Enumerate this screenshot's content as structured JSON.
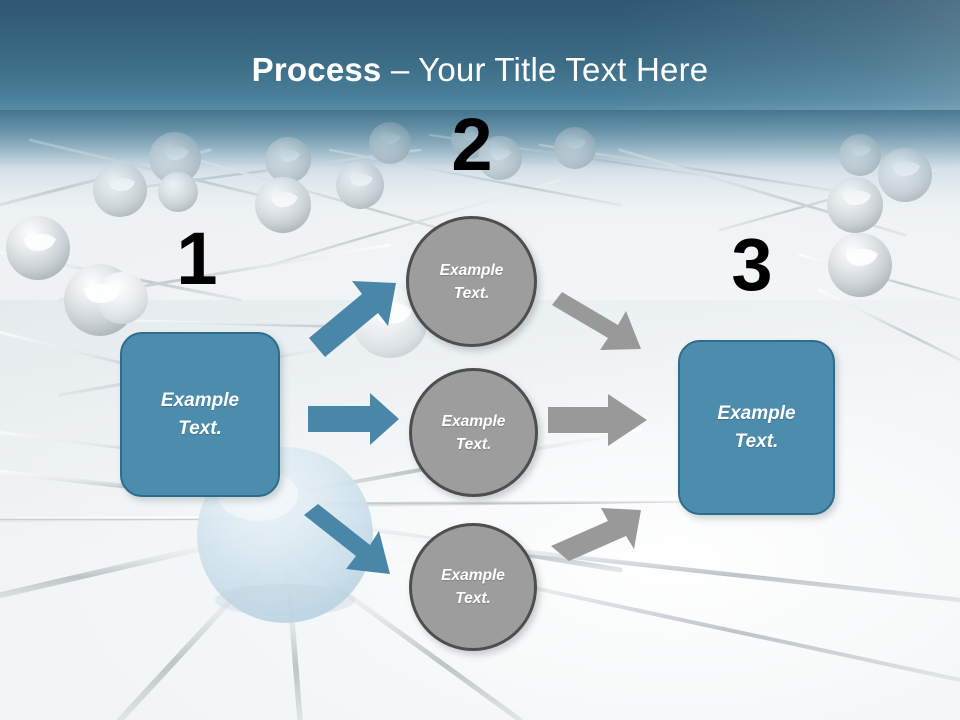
{
  "slide": {
    "title_bold": "Process",
    "title_regular": " – Your Title Text Here",
    "colors": {
      "header_top": "#2f5871",
      "header_bottom": "#eef2f4",
      "box_fill": "#4c8dae",
      "box_border": "#2f6b8a",
      "circle_fill": "#9d9d9d",
      "circle_border": "#4e4e4e",
      "arrow_blue": "#4a86a8",
      "arrow_gray": "#999999",
      "number_color": "#000000",
      "background": "#f2f5f6"
    }
  },
  "steps": [
    {
      "number": "1",
      "label_line1": "Example",
      "label_line2": "Text."
    },
    {
      "number": "2",
      "label_line1": "Example",
      "label_line2": "Text."
    },
    {
      "number": "3",
      "label_line1": "Example",
      "label_line2": "Text."
    }
  ],
  "circles": [
    {
      "label_line1": "Example",
      "label_line2": "Text."
    },
    {
      "label_line1": "Example",
      "label_line2": "Text."
    },
    {
      "label_line1": "Example",
      "label_line2": "Text."
    }
  ],
  "arrows": [
    {
      "name": "blue-arrow-up-right",
      "color": "#4a86a8",
      "direction": "up-right"
    },
    {
      "name": "blue-arrow-right",
      "color": "#4a86a8",
      "direction": "right"
    },
    {
      "name": "blue-arrow-down-right",
      "color": "#4a86a8",
      "direction": "down-right"
    },
    {
      "name": "gray-arrow-down-right",
      "color": "#999999",
      "direction": "down-right"
    },
    {
      "name": "gray-arrow-right",
      "color": "#999999",
      "direction": "right"
    },
    {
      "name": "gray-arrow-up-right",
      "color": "#999999",
      "direction": "up-right"
    }
  ]
}
